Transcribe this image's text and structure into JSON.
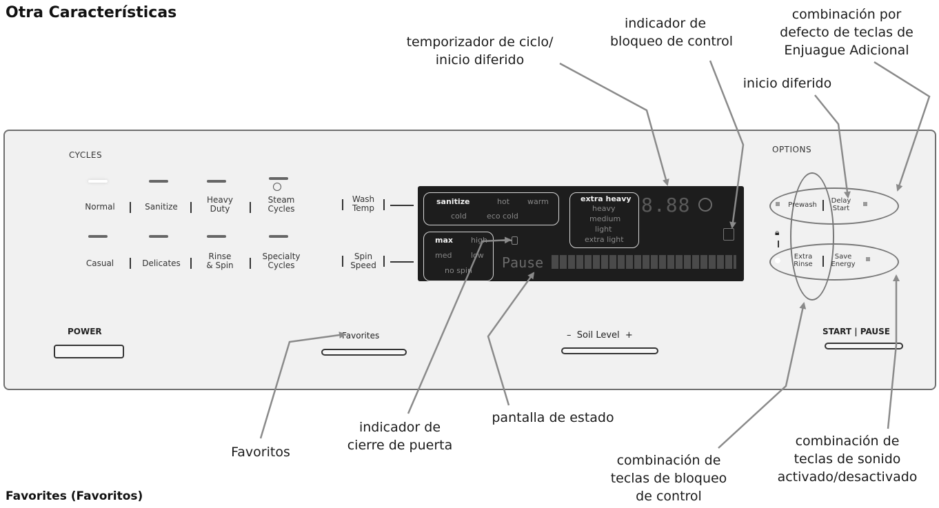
{
  "page": {
    "section_title": "Otra Características",
    "bottom_heading": "Favorites (Favoritos)"
  },
  "callouts": {
    "cycle_timer": "temporizador de ciclo/\ninicio diferido",
    "control_lock_indicator": "indicador de\nbloqueo de control",
    "extra_rinse_default": "combinación por\ndefecto de teclas de\nEnjuague Adicional",
    "delay_start": "inicio diferido",
    "favorites": "Favoritos",
    "door_lock_indicator": "indicador de\ncierre de puerta",
    "status_display": "pantalla de estado",
    "control_lock_combo": "combinación de\nteclas de bloqueo\nde control",
    "sound_combo": "combinación de\nteclas de sonido\nactivado/desactivado"
  },
  "panel": {
    "cycles_title": "CYCLES",
    "cycles_row1": [
      "Normal",
      "Sanitize",
      "Heavy\nDuty",
      "Steam\nCycles"
    ],
    "cycles_row2": [
      "Casual",
      "Delicates",
      "Rinse\n& Spin",
      "Specialty\nCycles"
    ],
    "wash_temp": "Wash\nTemp",
    "spin_speed": "Spin\nSpeed",
    "power": "POWER",
    "favorites": "Favorites",
    "soil_level": "–  Soil Level  +",
    "start_pause": "START | PAUSE",
    "options_title": "OPTIONS",
    "prewash": "Prewash",
    "delay_start": "Delay\nStart",
    "extra_rinse": "Extra\nRinse",
    "save_energy": "Save\nEnergy"
  },
  "display": {
    "temps": [
      "sanitize",
      "hot",
      "warm",
      "cold",
      "eco cold"
    ],
    "spins": [
      "max",
      "high",
      "med",
      "low",
      "no spin"
    ],
    "soils": [
      "extra heavy",
      "heavy",
      "medium",
      "light",
      "extra light"
    ],
    "digits": "8.88",
    "status": "Pause"
  },
  "colors": {
    "panel_bg": "#f1f1f1",
    "display_bg": "#1d1d1d",
    "arrow": "#8a8a8a"
  }
}
